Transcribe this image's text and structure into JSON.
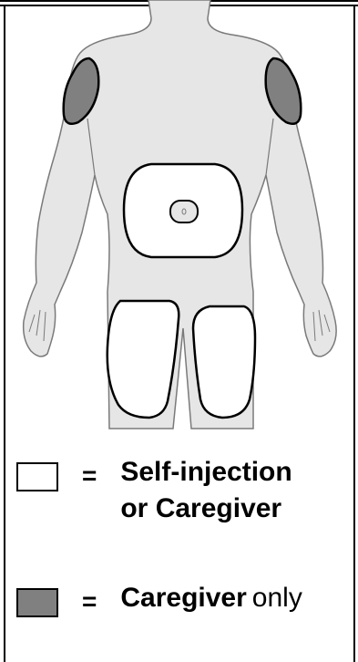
{
  "legend": {
    "self_equals": "=",
    "self_line1": "Self-injection",
    "self_line2": "or Caregiver",
    "caregiver_equals": "=",
    "caregiver_label": "Caregiver",
    "caregiver_only": "only"
  },
  "colors": {
    "body_fill": "#e6e6e6",
    "body_outline": "#7a7a7a",
    "zone_caregiver": "#808080",
    "zone_self": "#ffffff"
  },
  "icons": {
    "self_zone_swatch": "white-square",
    "caregiver_zone_swatch": "gray-square"
  }
}
